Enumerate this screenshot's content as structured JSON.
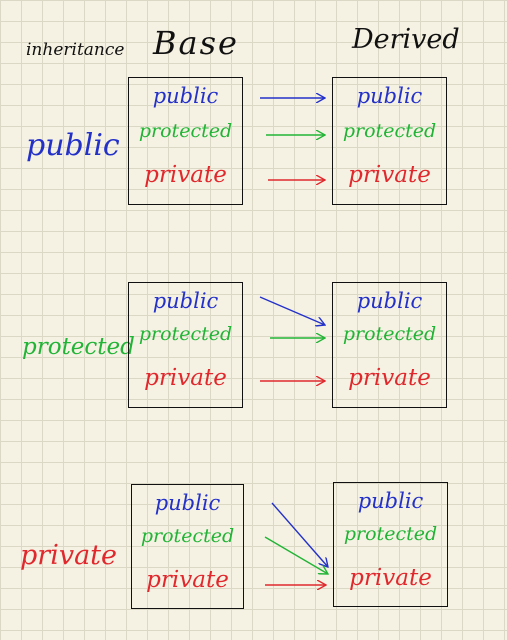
{
  "header": {
    "inheritance_label": "inheritance",
    "base_label": "Base",
    "derived_label": "Derived"
  },
  "colors": {
    "public": "#2431c9",
    "protected": "#22b436",
    "private": "#e0282d",
    "ink": "#111111"
  },
  "rows": [
    {
      "label": "public",
      "label_color": "#2431c9",
      "base": [
        "public",
        "protected",
        "private"
      ],
      "derived": [
        "public",
        "protected",
        "private"
      ],
      "mapping": "public→public, protected→protected, private→private"
    },
    {
      "label": "protected",
      "label_color": "#22b436",
      "base": [
        "public",
        "protected",
        "private"
      ],
      "derived": [
        "public",
        "protected",
        "private"
      ],
      "mapping": "public→protected, protected→protected, private→private"
    },
    {
      "label": "private",
      "label_color": "#e0282d",
      "base": [
        "public",
        "protected",
        "private"
      ],
      "derived": [
        "public",
        "protected",
        "private"
      ],
      "mapping": "public→private, protected→private, private→private"
    }
  ]
}
